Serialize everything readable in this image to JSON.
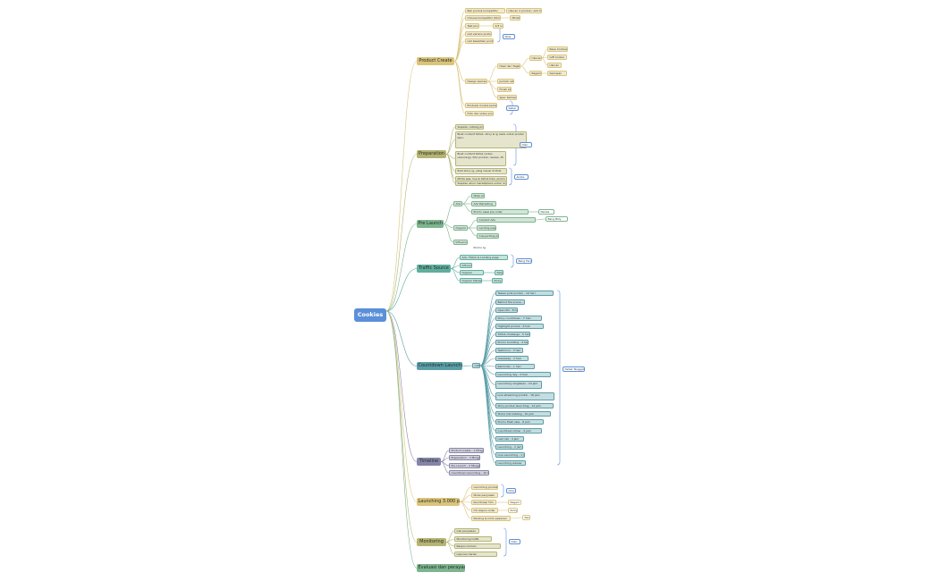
{
  "colors": {
    "root": "#5b8fd9",
    "product": "#d9c47a",
    "preparation": "#b5b573",
    "prelaunch": "#7db58f",
    "traffic": "#5fae9e",
    "countdown": "#5a9ea8",
    "timeline": "#8585a8",
    "launching": "#d9c47a",
    "monitoring": "#b5b573",
    "evaluasi": "#7db58f"
  },
  "root": {
    "label": "Cookies"
  },
  "branches": {
    "product": {
      "label": "Product Create",
      "items": [
        "Beli produk kompetitor",
        "Choose kompetitor (Shoff?)",
        "Test produk",
        "List varians produk",
        "List kelebihan produk",
        "Design kemasan",
        "Produksi Cookie kemasan",
        "Foto dan video produk"
      ],
      "sub": [
        "Ukuran 2 produk / slot harga",
        "Minat",
        "2/3 ivet",
        "Hasil dari Tagline",
        "Jumlah cat",
        "Finish kemasan",
        "Spec kemasan",
        "Cokelat Cookie",
        "Gift Cookie",
        "Ukuran",
        "Ragam"
      ],
      "third": [
        "Rasa Cookies",
        "Gift Cookie",
        "Ukuran",
        "Kemasan"
      ],
      "notes": [
        "Nina",
        "Sabar"
      ]
    },
    "preparation": {
      "label": "Preparation",
      "items": [
        "Siapkan catalog product",
        "Buat content tiktok, story & ig reels untuk produk baru",
        "Buat content tiktok (video unboxing), foto produk, review, dll",
        "Post story ig, yang visual di lihat untuk di post",
        "Minta apa, live & tiktok tulis, promo post dll",
        "Siapkan akun marketplace untuk di posting"
      ],
      "notes": [
        "Dian",
        "Andre"
      ]
    },
    "prelaunch": {
      "label": "Pre Launch",
      "items": [
        "Ads",
        "Organic",
        "Influencer"
      ],
      "sub": [
        "Meta Ads",
        "Ads Marketing",
        "Promo awal pre order",
        "Content Ads",
        "Landing page + tiktok",
        "Copywriting produk",
        "Promo Ig"
      ],
      "notes": [
        "Nanda",
        "Bang Billy"
      ]
    },
    "traffic": {
      "label": "Traffic Source",
      "items": [
        "Ads, Tiktok & Landing page",
        "Influencer",
        "Organic",
        "Organic Marketing"
      ],
      "sub": [
        "Kelly",
        "Ricky"
      ],
      "notes": [
        "Bang Farid"
      ]
    },
    "countdown": {
      "label": "Countdown Launching",
      "items": [
        "Teaser post produk - 10 hari",
        "Behind the scene - 9 hari",
        "Open PO - 8 hari",
        "Story countdown - 7 hari",
        "Highlight produk - 6 hari",
        "Tiktok challenge - 5 hari",
        "Promo bundling - 4 hari",
        "Testimoni - 3 hari",
        "Giveaway - 2 hari",
        "Reminder - 1 hari",
        "Launching day - 0 hari",
        "Launching rangkaian - 24 jam",
        "Live streaming produk - 18 jam",
        "Story produk launching - 12 jam",
        "Share link katalog - 10 jam",
        "Promo flash sale - 8 jam",
        "Countdown timer - 6 jam",
        "Last call - 4 jam",
        "Launching - 2 jam",
        "Live Launching - 1 jam",
        "Launching sukses"
      ],
      "hub": "CDR",
      "notes": [
        "Detail Tanggal"
      ]
    },
    "timeline": {
      "label": "Timeline",
      "items": [
        "Product create - 1 Minggu",
        "Preparation - 3 Minggu",
        "Pre Launch - 2 Minggu",
        "Countdown launching - 10 hari"
      ]
    },
    "launching": {
      "label": "Launching 3.000 pcs",
      "items": [
        "Launching produk baru",
        "Mulai penjualan",
        "Koordinasi Tim",
        "CS respon order",
        "Packing & kirim pesanan"
      ],
      "notes": [
        "Dino",
        "Ragam",
        "Ricky",
        "Nanda"
      ]
    },
    "monitoring": {
      "label": "Monitoring",
      "items": [
        "Cek penjualan",
        "Monitoring trafik",
        "Respon komen",
        "Laporan harian"
      ],
      "notes": [
        "Dian"
      ]
    },
    "evaluasi": {
      "label": "Evaluasi dan perayaan"
    }
  }
}
